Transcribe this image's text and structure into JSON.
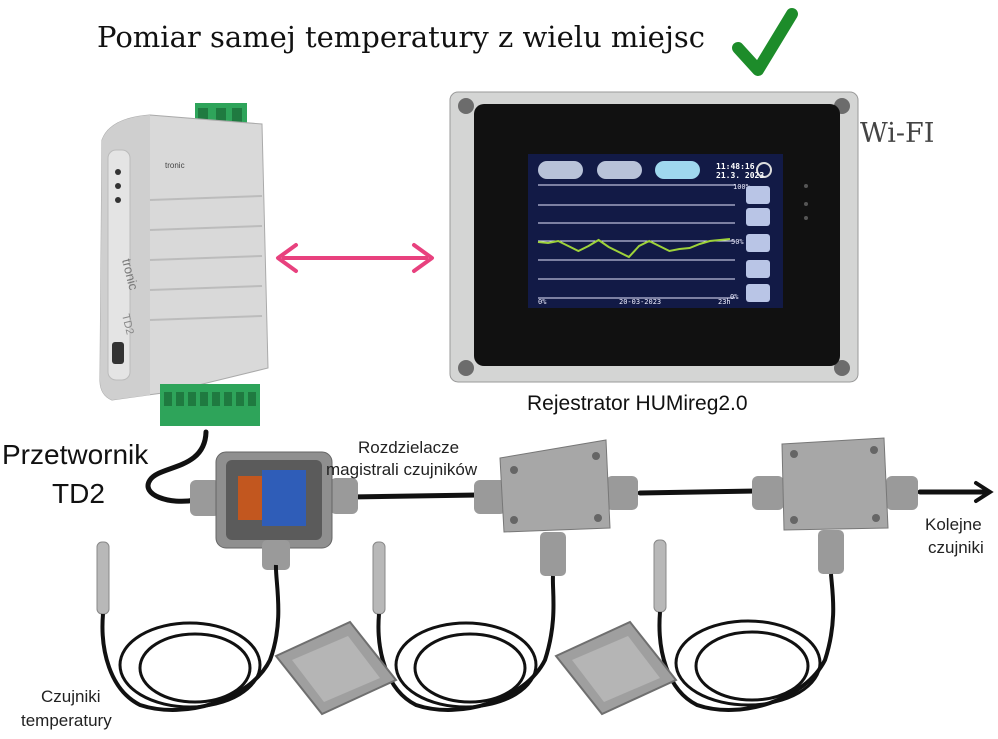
{
  "title": "Pomiar samej temperatury z wielu miejsc",
  "wifi_label": "Wi-FI",
  "recorder_label": "Rejestrator HUMireg2.0",
  "converter_label": [
    "Przetwornik",
    "TD2"
  ],
  "splitter_label": [
    "Rozdzielacze",
    "magistrali czujników"
  ],
  "next_label": [
    "Kolejne",
    "czujniki"
  ],
  "sensors_label": [
    "Czujniki",
    "temperatury"
  ],
  "screen": {
    "time": "11:48:16",
    "date": "21.3. 2023",
    "y_top": "100%",
    "y_mid": "50%",
    "y_bottom": "0%",
    "x_start": "0%",
    "x_date": "20-03-2023",
    "x_end": "23h",
    "line": [
      242,
      243,
      241,
      246,
      251,
      246,
      240,
      247,
      252,
      257,
      246,
      241,
      246,
      251,
      249,
      248,
      244,
      241,
      240,
      239
    ]
  },
  "device": {
    "brand": "tronic",
    "model": "TD2"
  },
  "colors": {
    "check": "#1d8c2a",
    "arrow": "#e8417e",
    "terminal_green": "#2ea45a",
    "screen_line": "#9ed23a"
  }
}
